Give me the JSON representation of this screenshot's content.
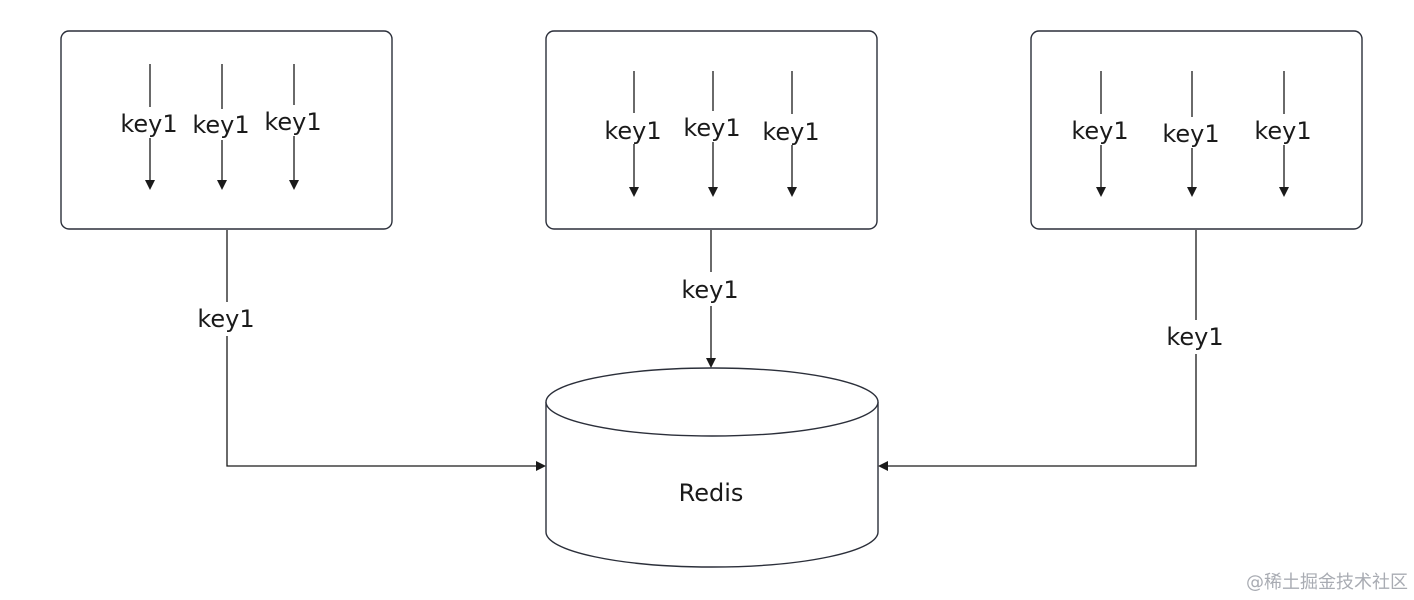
{
  "diagram": {
    "clients": [
      {
        "requests": [
          "key1",
          "key1",
          "key1"
        ],
        "outgoing_label": "key1"
      },
      {
        "requests": [
          "key1",
          "key1",
          "key1"
        ],
        "outgoing_label": "key1"
      },
      {
        "requests": [
          "key1",
          "key1",
          "key1"
        ],
        "outgoing_label": "key1"
      }
    ],
    "database": {
      "label": "Redis"
    }
  },
  "watermark": "@稀土掘金技术社区"
}
